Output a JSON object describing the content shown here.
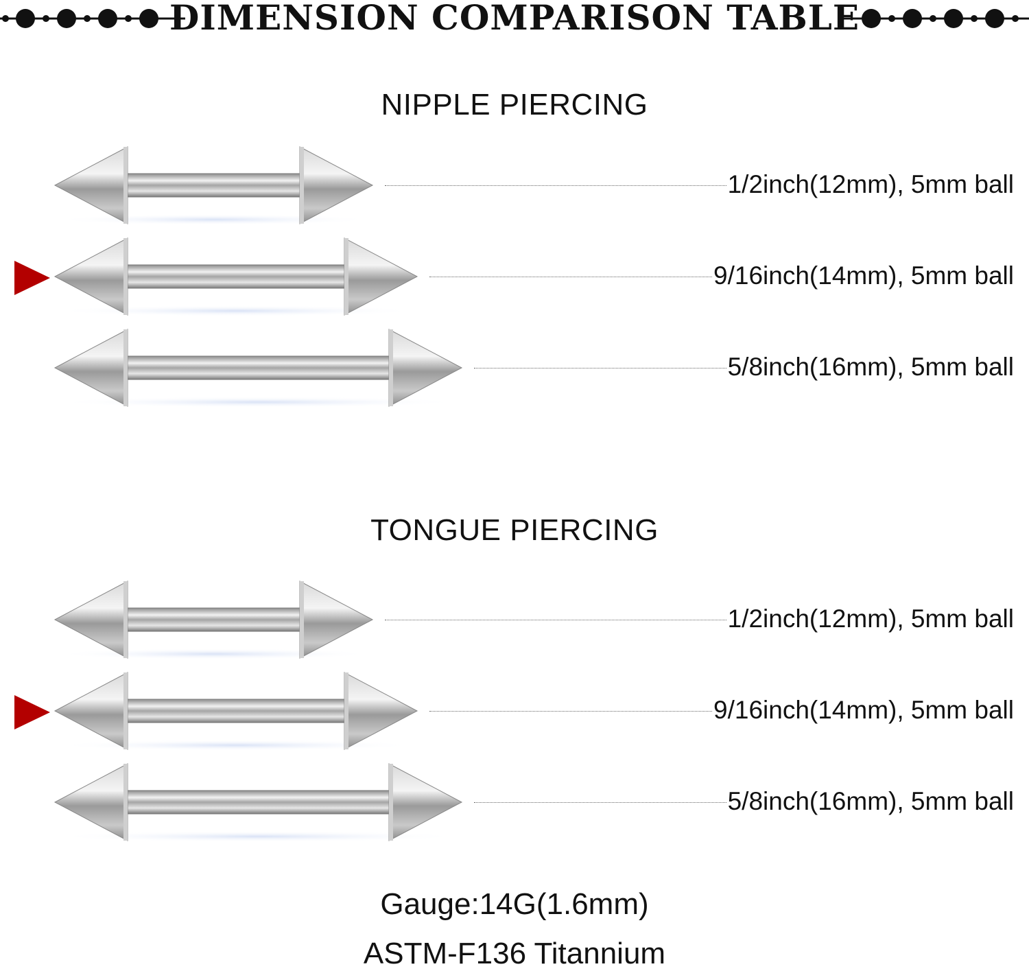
{
  "banner": {
    "title": "DIMENSION COMPARISON TABLE"
  },
  "sections": [
    {
      "title": "NIPPLE PIERCING",
      "items": [
        {
          "label": "1/2inch(12mm), 5mm ball",
          "length_mm": 12,
          "highlighted": false
        },
        {
          "label": "9/16inch(14mm), 5mm ball",
          "length_mm": 14,
          "highlighted": true
        },
        {
          "label": "5/8inch(16mm), 5mm ball",
          "length_mm": 16,
          "highlighted": false
        }
      ]
    },
    {
      "title": "TONGUE PIERCING",
      "items": [
        {
          "label": "1/2inch(12mm), 5mm ball",
          "length_mm": 12,
          "highlighted": false
        },
        {
          "label": "9/16inch(14mm), 5mm ball",
          "length_mm": 14,
          "highlighted": true
        },
        {
          "label": "5/8inch(16mm), 5mm ball",
          "length_mm": 16,
          "highlighted": false
        }
      ]
    }
  ],
  "footer": {
    "gauge": "Gauge:14G(1.6mm)",
    "material": "ASTM-F136 Titannium"
  },
  "colors": {
    "marker": "#b30000",
    "text": "#111111"
  }
}
